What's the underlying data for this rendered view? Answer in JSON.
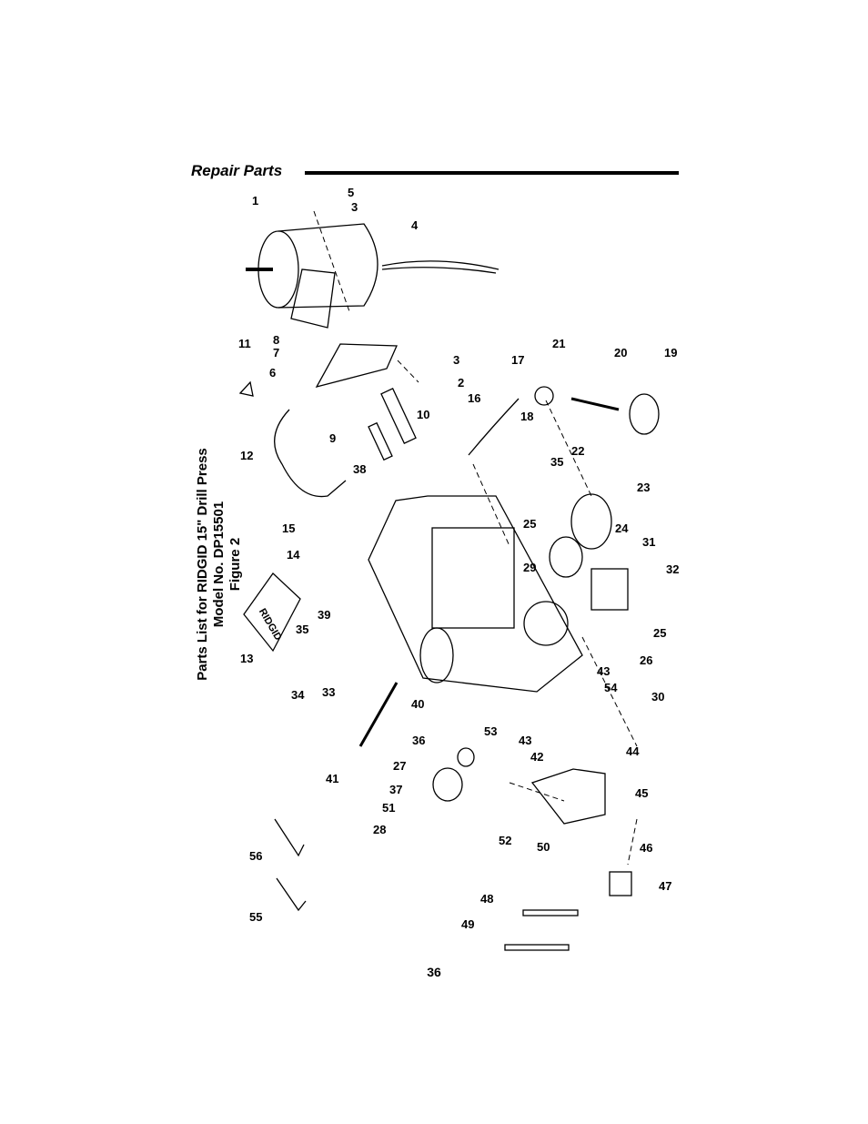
{
  "header": {
    "title": "Repair Parts"
  },
  "caption": {
    "line1": "Parts List for RIDGID 15\" Drill Press",
    "line2": "Model No. DP15501",
    "line3": "Figure 2"
  },
  "manual_brand": "RIDGID",
  "page_number": "36",
  "callouts": [
    "1",
    "5",
    "3",
    "4",
    "11",
    "7",
    "8",
    "6",
    "3",
    "2",
    "17",
    "21",
    "20",
    "19",
    "16",
    "10",
    "9",
    "12",
    "38",
    "18",
    "22",
    "35",
    "25",
    "23",
    "15",
    "14",
    "29",
    "24",
    "31",
    "32",
    "35",
    "39",
    "13",
    "34",
    "33",
    "40",
    "43",
    "54",
    "26",
    "25",
    "30",
    "36",
    "53",
    "43",
    "42",
    "44",
    "27",
    "37",
    "51",
    "45",
    "41",
    "28",
    "52",
    "50",
    "46",
    "47",
    "56",
    "55",
    "48",
    "49"
  ]
}
